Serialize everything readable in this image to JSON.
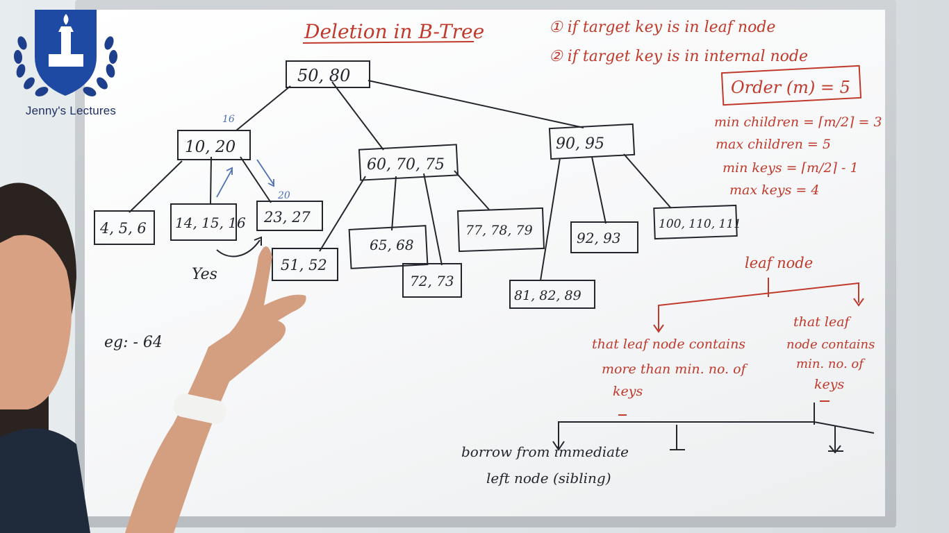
{
  "logo": {
    "name": "Jenny's Lectures"
  },
  "board": {
    "title": "Deletion in B-Tree",
    "cases": [
      "① if target key is in leaf node",
      "② if target key is in internal node"
    ],
    "order": "Order (m) = 5",
    "rules": [
      "min children = ⌈m/2⌉ = 3",
      "max children = 5",
      "min keys = ⌈m/2⌉ - 1",
      "max keys = 4"
    ],
    "nodes": {
      "root": "50, 80",
      "n1": "10, 20",
      "n2": "60, 70, 75",
      "n3": "90, 95",
      "l1": "4, 5, 6",
      "l2": "14, 15, 16",
      "l3": "23, 27",
      "l4": "51, 52",
      "l5": "65, 68",
      "l6": "72, 73",
      "l7": "77, 78, 79",
      "l8": "81, 82, 89",
      "l9": "92, 93",
      "l10": "100, 110, 111"
    },
    "annotations": {
      "above_n1": "16",
      "above_l3": "20",
      "yes": "Yes",
      "example": "eg: - 64"
    },
    "leaf_branch": {
      "heading": "leaf node",
      "left": [
        "that leaf node contains",
        "more than min. no. of",
        "keys"
      ],
      "right": [
        "that leaf",
        "node contains",
        "min. no. of",
        "keys"
      ]
    },
    "borrow": [
      "borrow from immediate",
      "left node (sibling)"
    ]
  }
}
